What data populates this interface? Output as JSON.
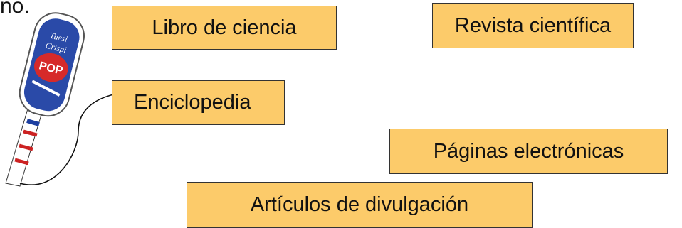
{
  "fragment_text": "no.",
  "boxes": {
    "libro": "Libro de ciencia",
    "revista": "Revista científica",
    "enciclopedia": "Enciclopedia",
    "paginas": "Páginas electrónicas",
    "articulos": "Artículos de divulgación"
  },
  "colors": {
    "box_fill": "#fccb6a",
    "box_border": "#333333"
  }
}
